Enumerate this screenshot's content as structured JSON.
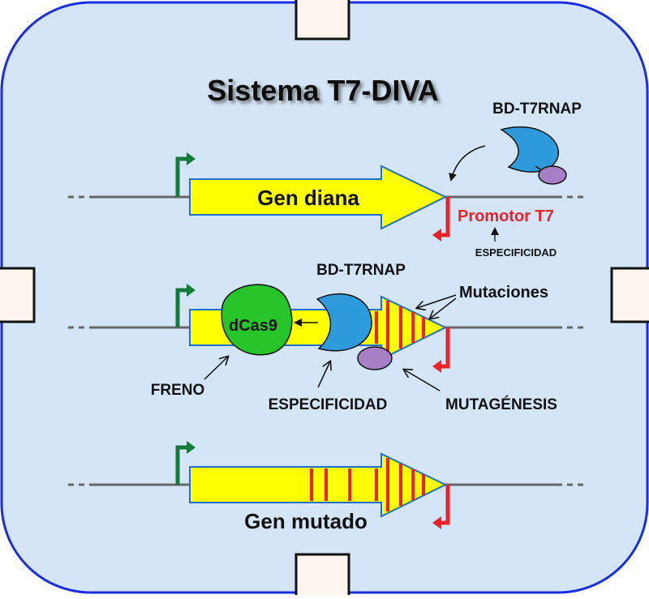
{
  "title": "Sistema T7-DIVA",
  "colors": {
    "cell_fill": "#d4e5f7",
    "cell_border": "#1a2ee0",
    "gene_fill": "#ffff00",
    "gene_border": "#1e6fd0",
    "promoter_green": "#137a3a",
    "promoter_red": "#e8232a",
    "mutation_red": "#e8232a",
    "rnap_blue": "#2e9bdc",
    "domain_purple": "#a77fc4",
    "dcas9_green": "#27c42a",
    "port_fill": "#fff5ef"
  },
  "row1": {
    "gene_label": "Gen diana",
    "rnap_label": "BD-T7RNAP",
    "promoter_label": "Promotor T7",
    "specificity_label": "ESPECIFICIDAD"
  },
  "row2": {
    "rnap_label": "BD-T7RNAP",
    "mutations_label": "Mutaciones",
    "dcas9_label": "dCas9",
    "brake_label": "FRENO",
    "specificity_label": "ESPECIFICIDAD",
    "mutagenesis_label": "MUTAGÉNESIS"
  },
  "row3": {
    "gene_label": "Gen mutado"
  }
}
